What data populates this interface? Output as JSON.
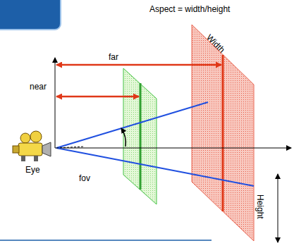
{
  "diagram": {
    "labels": [
      "Aspect = width/height",
      "Width",
      "far",
      "near",
      "Eye",
      "fov",
      "Height"
    ]
  }
}
